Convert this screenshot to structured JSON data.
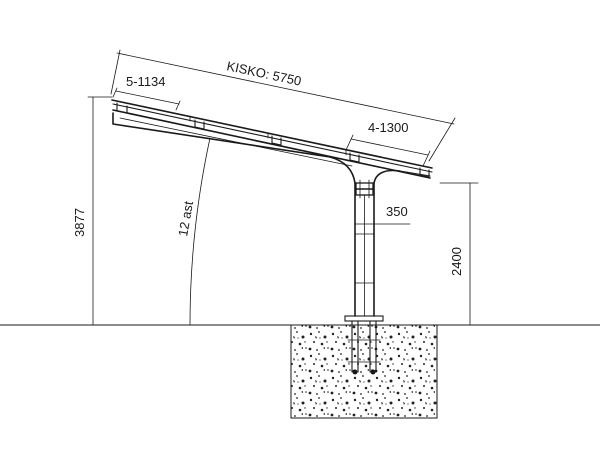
{
  "labels": {
    "rail_total": "KISKO: 5750",
    "left_span": "5-1134",
    "right_span": "4-1300",
    "height_left": "3877",
    "angle": "12 ast",
    "column_width": "350",
    "height_right": "2400"
  }
}
